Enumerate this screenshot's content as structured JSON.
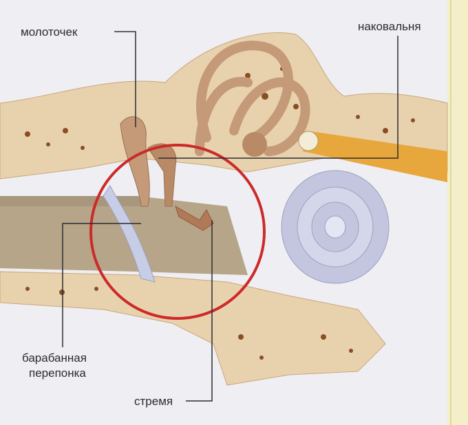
{
  "labels": {
    "malleus": "молоточек",
    "incus": "наковальня",
    "eardrum_line1": "барабанная",
    "eardrum_line2": "перепонка",
    "stapes": "стремя"
  },
  "colors": {
    "bone": "#e8d2ad",
    "bone_shadow": "#c9a57a",
    "ossicles": "#c49a78",
    "cochlea": "#c3c6de",
    "canal": "#b7a58a",
    "highlight_circle": "#cc2a2a",
    "nerve": "#e7a73c",
    "background": "#eeeef3",
    "label_text": "#2b2b33"
  }
}
